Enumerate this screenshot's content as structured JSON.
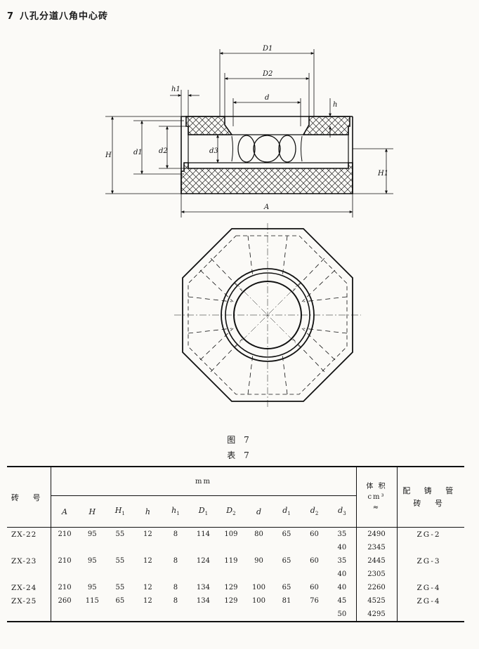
{
  "heading": {
    "number": "7",
    "title": "八孔分道八角中心砖"
  },
  "figure": {
    "caption": "图 7",
    "dims": {
      "D1": "D1",
      "D2": "D2",
      "d": "d",
      "h1": "h1",
      "h": "h",
      "H": "H",
      "d1": "d1",
      "d2": "d2",
      "d3": "d3",
      "H1": "H1",
      "A": "A"
    }
  },
  "table": {
    "caption": "表 7",
    "brick_header": "砖 号",
    "unit_header": "mm",
    "volume_header": [
      "体 积",
      "cm³",
      "≈"
    ],
    "pipe_header": [
      "配 铸 管",
      "砖 号"
    ],
    "columns": [
      {
        "base": "A",
        "sub": ""
      },
      {
        "base": "H",
        "sub": ""
      },
      {
        "base": "H",
        "sub": "1"
      },
      {
        "base": "h",
        "sub": ""
      },
      {
        "base": "h",
        "sub": "1"
      },
      {
        "base": "D",
        "sub": "1"
      },
      {
        "base": "D",
        "sub": "2"
      },
      {
        "base": "d",
        "sub": ""
      },
      {
        "base": "d",
        "sub": "1"
      },
      {
        "base": "d",
        "sub": "2"
      },
      {
        "base": "d",
        "sub": "3"
      }
    ],
    "rows": [
      {
        "code": "ZX-22",
        "A": "210",
        "H": "95",
        "H1": "55",
        "h": "12",
        "h1": "8",
        "D1": "114",
        "D2": "109",
        "d": "80",
        "d1": "65",
        "d2": "60",
        "d3": "35",
        "vol": "2490",
        "pipe": "ZG-2"
      },
      {
        "code": "",
        "A": "",
        "H": "",
        "H1": "",
        "h": "",
        "h1": "",
        "D1": "",
        "D2": "",
        "d": "",
        "d1": "",
        "d2": "",
        "d3": "40",
        "vol": "2345",
        "pipe": ""
      },
      {
        "code": "ZX-23",
        "A": "210",
        "H": "95",
        "H1": "55",
        "h": "12",
        "h1": "8",
        "D1": "124",
        "D2": "119",
        "d": "90",
        "d1": "65",
        "d2": "60",
        "d3": "35",
        "vol": "2445",
        "pipe": "ZG-3"
      },
      {
        "code": "",
        "A": "",
        "H": "",
        "H1": "",
        "h": "",
        "h1": "",
        "D1": "",
        "D2": "",
        "d": "",
        "d1": "",
        "d2": "",
        "d3": "40",
        "vol": "2305",
        "pipe": ""
      },
      {
        "code": "ZX-24",
        "A": "210",
        "H": "95",
        "H1": "55",
        "h": "12",
        "h1": "8",
        "D1": "134",
        "D2": "129",
        "d": "100",
        "d1": "65",
        "d2": "60",
        "d3": "40",
        "vol": "2260",
        "pipe": "ZG-4"
      },
      {
        "code": "ZX-25",
        "A": "260",
        "H": "115",
        "H1": "65",
        "h": "12",
        "h1": "8",
        "D1": "134",
        "D2": "129",
        "d": "100",
        "d1": "81",
        "d2": "76",
        "d3": "45",
        "vol": "4525",
        "pipe": "ZG-4"
      },
      {
        "code": "",
        "A": "",
        "H": "",
        "H1": "",
        "h": "",
        "h1": "",
        "D1": "",
        "D2": "",
        "d": "",
        "d1": "",
        "d2": "",
        "d3": "50",
        "vol": "4295",
        "pipe": ""
      }
    ]
  }
}
